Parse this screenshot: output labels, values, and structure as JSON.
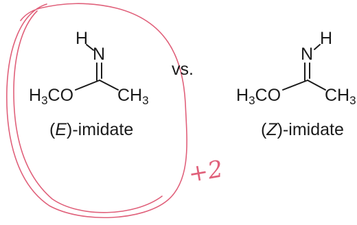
{
  "figure": {
    "left_molecule": {
      "h_label": "H",
      "n_label": "N",
      "left_group": {
        "main": "H",
        "sub": "3",
        "tail": "CO"
      },
      "right_group": {
        "main": "CH",
        "sub": "3"
      },
      "caption": {
        "open": "(",
        "letter": "E",
        "rest": ")-imidate"
      }
    },
    "separator": "vs.",
    "right_molecule": {
      "h_label": "H",
      "n_label": "N",
      "left_group": {
        "main": "H",
        "sub": "3",
        "tail": "CO"
      },
      "right_group": {
        "main": "CH",
        "sub": "3"
      },
      "caption": {
        "open": "(",
        "letter": "Z",
        "rest": ")-imidate"
      }
    },
    "annotation": {
      "score_text": "+2",
      "ink_color": "#e0607a"
    },
    "structure_color": "#1a1a1a"
  }
}
